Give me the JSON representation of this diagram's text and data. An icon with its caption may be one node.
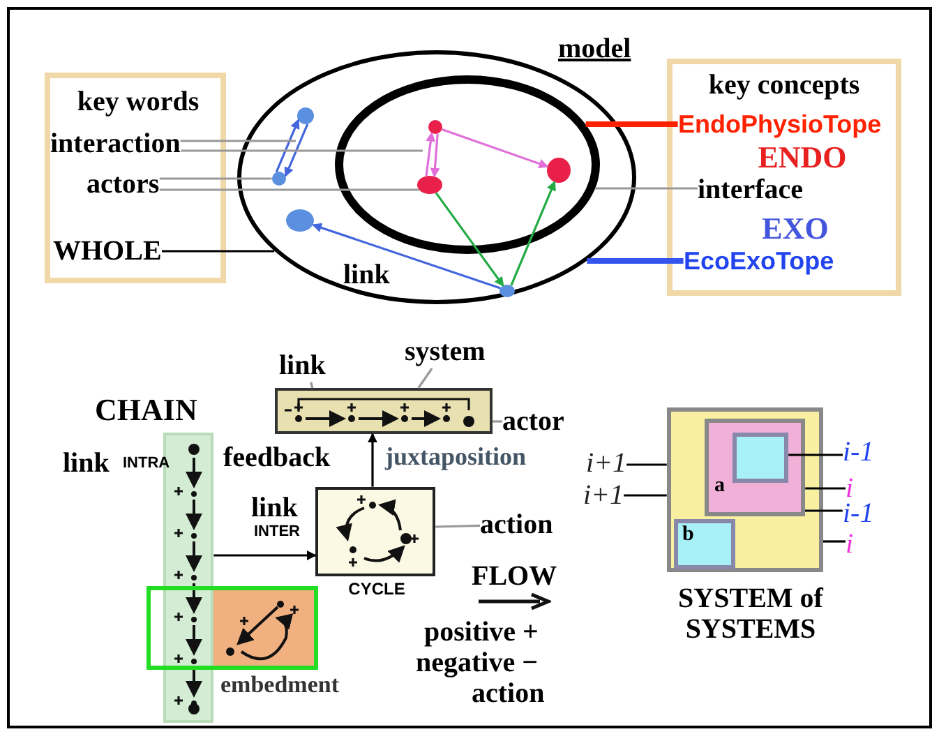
{
  "diagram": {
    "nodes": [
      {
        "text": [
          "key words"
        ]
      },
      {
        "text": [
          "interaction"
        ],
        "in": 0
      },
      {
        "text": [
          "actors"
        ],
        "in": 0
      },
      {
        "text": [
          "WHOLE"
        ],
        "in": 0
      },
      {
        "text": [
          "model"
        ]
      },
      {
        "text": [],
        "shape": "ellipse",
        "in": 4
      },
      {
        "text": [],
        "shape": "circle",
        "in": 4
      },
      {
        "text": [],
        "shape": "circle",
        "in": 4
      },
      {
        "text": [],
        "shape": "circle",
        "in": 4
      },
      {
        "text": [],
        "shape": "circle",
        "in": 4
      },
      {
        "text": [],
        "shape": "circle",
        "in": 5
      },
      {
        "text": [],
        "shape": "circle",
        "in": 5
      },
      {
        "text": [],
        "shape": "circle",
        "in": 5
      },
      {
        "text": [
          "key concepts",
          "ENDO",
          "EXO"
        ]
      },
      {
        "text": [
          "EndoPhysioTope"
        ],
        "in": 13
      },
      {
        "text": [
          "interface"
        ],
        "in": 13
      },
      {
        "text": [
          "EcoExoTope"
        ],
        "in": 13
      },
      {
        "text": [
          "CHAIN"
        ]
      },
      {
        "text": [
          "embedment"
        ]
      },
      {
        "text": [],
        "shape": "box",
        "in": 18
      },
      {
        "text": [
          "CYCLE"
        ]
      },
      {
        "text": [
          "action"
        ]
      },
      {
        "text": [],
        "shape": "bar"
      },
      {
        "text": [
          "link"
        ]
      },
      {
        "text": [
          "system"
        ]
      },
      {
        "text": [
          "actor"
        ]
      },
      {
        "text": [
          "SYSTEM of SYSTEMS"
        ]
      },
      {
        "text": [
          "a"
        ],
        "in": 26
      },
      {
        "text": [],
        "shape": "box",
        "in": 27
      },
      {
        "text": [
          "b"
        ],
        "in": 26
      },
      {
        "text": [
          "i+1"
        ]
      },
      {
        "text": [
          "i+1"
        ]
      },
      {
        "text": [
          "i-1"
        ]
      },
      {
        "text": [
          "i"
        ]
      },
      {
        "text": [
          "i-1"
        ]
      },
      {
        "text": [
          "i"
        ]
      }
    ],
    "edges": [
      {
        "from": 7,
        "to": 6,
        "arrow": "to",
        "color": "#4466dd"
      },
      {
        "from": 6,
        "to": 7,
        "arrow": "to",
        "color": "#4466dd"
      },
      {
        "from": 11,
        "to": 10,
        "arrow": "to",
        "color": "#e070d8"
      },
      {
        "from": 10,
        "to": 11,
        "arrow": "to",
        "color": "#e070d8"
      },
      {
        "from": 10,
        "to": 12,
        "arrow": "to",
        "color": "#e070d8"
      },
      {
        "from": 11,
        "to": 9,
        "arrow": "to",
        "color": "#22aa44"
      },
      {
        "from": 9,
        "to": 12,
        "arrow": "to",
        "color": "#22aa44"
      },
      {
        "from": 9,
        "to": 8,
        "arrow": "to",
        "color": "#4466dd"
      },
      {
        "from": 1,
        "to": null,
        "arrow": "none",
        "color": "#999999"
      },
      {
        "from": 1,
        "to": null,
        "arrow": "none",
        "color": "#999999"
      },
      {
        "from": 2,
        "to": 7,
        "arrow": "none",
        "color": "#999999"
      },
      {
        "from": 2,
        "to": 11,
        "arrow": "none",
        "color": "#999999"
      },
      {
        "from": 3,
        "to": 4,
        "arrow": "none",
        "color": "#000000"
      },
      {
        "from": 14,
        "to": 5,
        "arrow": "none",
        "color": "#ff2200",
        "style": "thick"
      },
      {
        "from": 15,
        "to": 5,
        "arrow": "none",
        "color": "#999999"
      },
      {
        "from": 16,
        "to": 4,
        "arrow": "none",
        "color": "#3355ee",
        "style": "thick"
      },
      {
        "from": 17,
        "to": 20,
        "arrow": "to",
        "color": "#000000"
      },
      {
        "from": 20,
        "to": 22,
        "arrow": "to",
        "color": "#000000"
      },
      {
        "from": 23,
        "to": 22,
        "arrow": "none",
        "color": "#999999"
      },
      {
        "from": 24,
        "to": 22,
        "arrow": "none",
        "color": "#999999"
      },
      {
        "from": 25,
        "to": 22,
        "arrow": "none",
        "color": "#999999"
      },
      {
        "from": 21,
        "to": 20,
        "arrow": "none",
        "color": "#999999"
      },
      {
        "from": 30,
        "to": 26,
        "arrow": "none",
        "color": "#000000"
      },
      {
        "from": 31,
        "to": 26,
        "arrow": "none",
        "color": "#000000"
      },
      {
        "from": 32,
        "to": 28,
        "arrow": "none",
        "color": "#000000"
      },
      {
        "from": 33,
        "to": 27,
        "arrow": "none",
        "color": "#000000"
      },
      {
        "from": 34,
        "to": 27,
        "arrow": "none",
        "color": "#000000"
      },
      {
        "from": 35,
        "to": 26,
        "arrow": "none",
        "color": "#000000"
      }
    ],
    "labels": [
      "link",
      "link",
      "INTRA",
      "feedback",
      "juxtaposition",
      "link",
      "INTER",
      "FLOW",
      "positive +",
      "negative −",
      "action"
    ]
  }
}
